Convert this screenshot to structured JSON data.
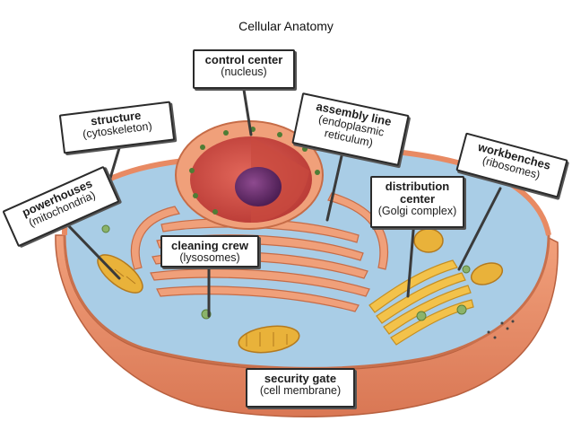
{
  "title": "Cellular Anatomy",
  "signs": {
    "nucleus": {
      "name": "control center",
      "sub": "(nucleus)"
    },
    "cytoskeleton": {
      "name": "structure",
      "sub": "(cytoskeleton)"
    },
    "er": {
      "name": "assembly line",
      "sub1": "(endoplasmic",
      "sub2": "reticulum)"
    },
    "ribosomes": {
      "name": "workbenches",
      "sub": "(ribosomes)"
    },
    "mitochondria": {
      "name": "powerhouses",
      "sub": "(mitochondria)"
    },
    "golgi": {
      "name1": "distribution",
      "name2": "center",
      "sub": "(Golgi complex)"
    },
    "lysosomes": {
      "name": "cleaning crew",
      "sub": "(lysosomes)"
    },
    "membrane": {
      "name": "security gate",
      "sub": "(cell membrane)"
    }
  },
  "colors": {
    "membrane": "#e88a63",
    "cytoplasm": "#a9cde6",
    "nucleus": "#d9534a",
    "nucleolus": "#6b2f6e",
    "er": "#f0a07a",
    "golgi": "#f3c24a",
    "mitochondria": "#e9b23a",
    "ribosome": "#5a8a3a"
  }
}
